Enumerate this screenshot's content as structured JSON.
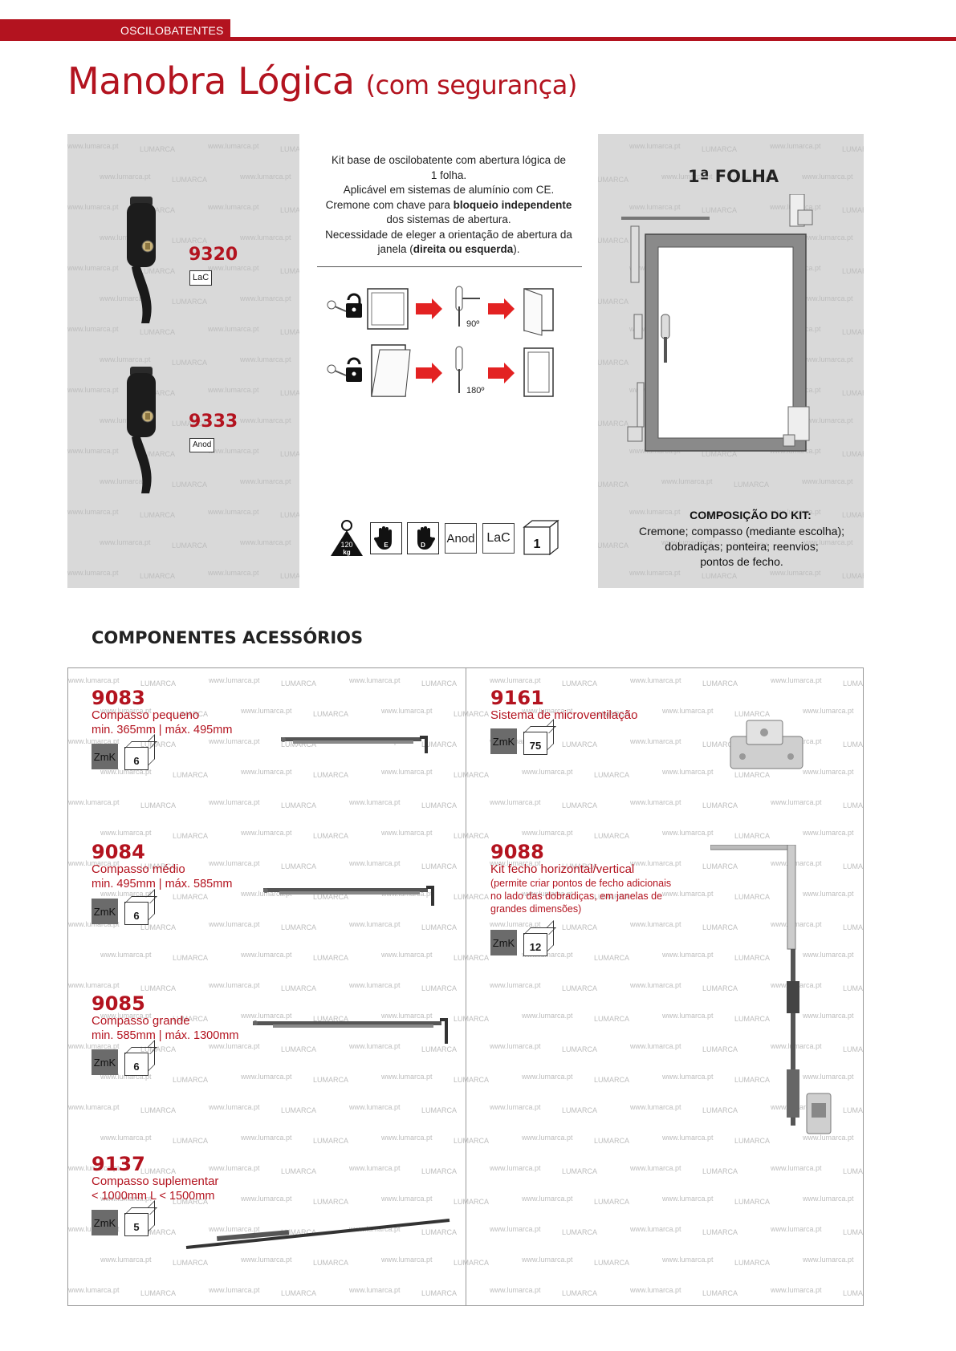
{
  "header": {
    "section": "OSCILOBATENTES",
    "title": "Manobra Lógica",
    "title_sub": "(com segurança)"
  },
  "watermark": {
    "site": "www.lumarca.pt",
    "brand": "LUMARCA"
  },
  "hero": {
    "handles": [
      {
        "code": "9320",
        "finish": "LaC"
      },
      {
        "code": "9333",
        "finish": "Anod"
      }
    ],
    "intro": {
      "line1": "Kit base de oscilobatente com abertura lógica de",
      "line2": "1 folha.",
      "line3": "Aplicável em sistemas de alumínio com CE.",
      "line4_pre": "Cremone com chave para ",
      "line4_bold": "bloqueio independente",
      "line5": "dos sistemas de abertura.",
      "line6": "Necessidade de eleger a orientação de abertura da",
      "line7_pre": "janela (",
      "line7_bold": "direita ou esquerda",
      "line7_post": ")."
    },
    "diagram": {
      "angle_1": "90º",
      "angle_2": "180º"
    },
    "icons": {
      "weight_value": "120",
      "weight_unit": "kg",
      "hand_left": "E",
      "hand_right": "D",
      "finish_1": "Anod",
      "finish_2": "LaC",
      "box_qty": "1"
    },
    "leaf_title": "1ª FOLHA",
    "kit_title": "COMPOSIÇÃO DO KIT:",
    "kit_line1": "Cremone; compasso (mediante escolha);",
    "kit_line2": "dobradiças; ponteira; reenvios;",
    "kit_line3": "pontos de fecho."
  },
  "components": {
    "heading": "COMPONENTES ACESSÓRIOS",
    "items": [
      {
        "code": "9083",
        "name": "Compasso pequeno",
        "dim": "min. 365mm | máx. 495mm",
        "zmk": "ZmK",
        "qty": "6"
      },
      {
        "code": "9084",
        "name": "Compasso médio",
        "dim": "min. 495mm | máx. 585mm",
        "zmk": "ZmK",
        "qty": "6"
      },
      {
        "code": "9085",
        "name": "Compasso grande",
        "dim": "min. 585mm | máx. 1300mm",
        "zmk": "ZmK",
        "qty": "6"
      },
      {
        "code": "9137",
        "name": "Compasso suplementar",
        "dim": "< 1000mm L < 1500mm",
        "zmk": "ZmK",
        "qty": "5"
      },
      {
        "code": "9161",
        "name": "Sistema de microventilação",
        "zmk": "ZmK",
        "qty": "75"
      },
      {
        "code": "9088",
        "name": "Kit fecho horizontal/vertical",
        "note1": "(permite criar pontos de fecho adicionais",
        "note2": "no lado das dobradiças, em janelas de",
        "note3": "grandes dimensões)",
        "zmk": "ZmK",
        "qty": "12"
      }
    ]
  }
}
